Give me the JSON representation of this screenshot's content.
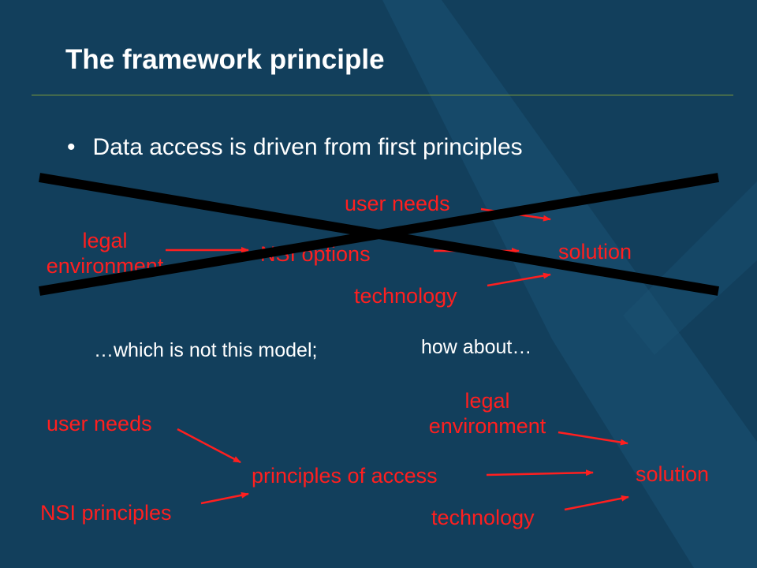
{
  "slide": {
    "title": "The framework principle",
    "bullet": "Data access is driven from first principles",
    "not_model_text": "…which is not this model;",
    "how_about_text": "how about…"
  },
  "old_model": {
    "user_needs": "user needs",
    "legal_line1": "legal",
    "legal_line2": "environment",
    "nsi_options": "NSI options",
    "solution": "solution",
    "technology": "technology"
  },
  "new_model": {
    "user_needs": "user needs",
    "nsi_principles": "NSI principles",
    "principles_of_access": "principles of access",
    "legal_line1": "legal",
    "legal_line2": "environment",
    "solution": "solution",
    "technology": "technology"
  },
  "colors": {
    "background": "#123f5c",
    "accent_text": "#ff1f1f",
    "rule": "#7f9c3a"
  }
}
